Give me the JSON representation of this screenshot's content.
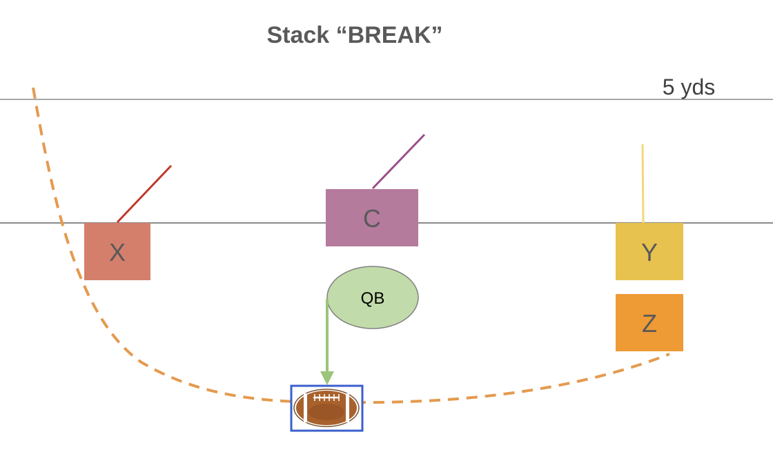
{
  "diagram": {
    "title": "Stack “BREAK”",
    "yardage_label": "5 yds",
    "players": [
      {
        "label": "X",
        "color": "#d47f6c",
        "route_color": "#c0392b"
      },
      {
        "label": "C",
        "color": "#b57b9c",
        "route_color": "#9b4f8a"
      },
      {
        "label": "Y",
        "color": "#e8c24e",
        "route_color": "#f4d77a"
      },
      {
        "label": "Z",
        "color": "#ee9a35"
      }
    ],
    "quarterback": {
      "label": "QB",
      "color": "#c2dbaa",
      "arrow_color": "#9cc47c"
    },
    "ball": {
      "icon": "football-icon",
      "frame_color": "#3b5fce"
    },
    "motion_path_color": "#e49a4e",
    "yard_line_color": "#a6a6a6"
  }
}
